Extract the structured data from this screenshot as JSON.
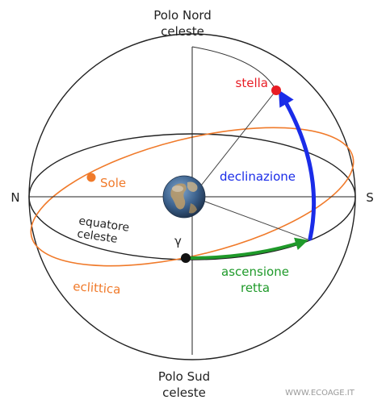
{
  "colors": {
    "outline": "#222222",
    "ecliptic": "#f07a2a",
    "star": "#e81c24",
    "declination": "#1a2ce8",
    "right_ascension": "#1f9a2a",
    "watermark": "#9a9a9a",
    "earth_ocean": "#3a5f8a",
    "earth_land": "#b89a6a"
  },
  "labels": {
    "north_pole_line1": "Polo Nord",
    "north_pole_line2": "celeste",
    "south_pole_line1": "Polo Sud",
    "south_pole_line2": "celeste",
    "north": "N",
    "south": "S",
    "star": "stella",
    "sun": "Sole",
    "declination": "declinazione",
    "equator_line1": "equatore",
    "equator_line2": "celeste",
    "gamma": "γ",
    "right_ascension_line1": "ascensione",
    "right_ascension_line2": "retta",
    "ecliptic": "eclittica",
    "watermark": "WWW.ECOAGE.IT"
  },
  "icons": {
    "earth": "earth-globe-icon"
  }
}
